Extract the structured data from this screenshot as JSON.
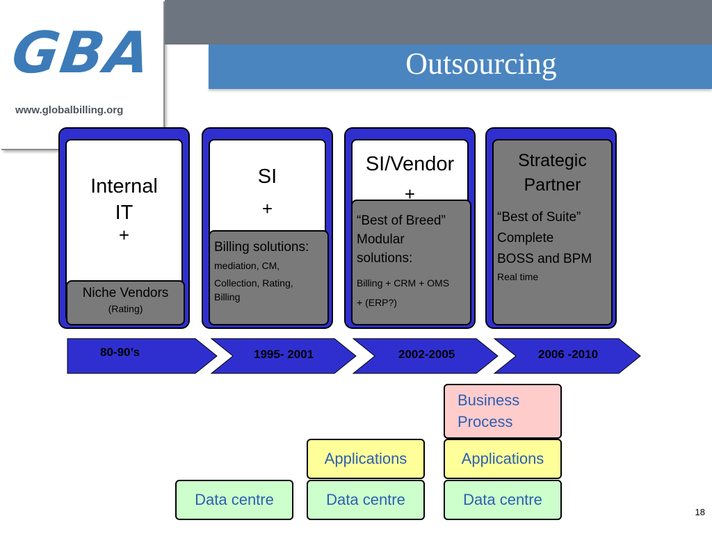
{
  "header": {
    "logo_text": "GBA",
    "logo_url": "www.globalbilling.org",
    "title": "Outsourcing"
  },
  "stages": [
    {
      "top_line1": "Internal",
      "top_line2": "IT",
      "plus": "+",
      "bottom_line1": "Niche Vendors",
      "bottom_line2": "(Rating)"
    },
    {
      "top_line1": "SI",
      "plus": "+",
      "bottom_line1": "Billing solutions:",
      "bottom_line2": "mediation, CM,",
      "bottom_line3": "Collection, Rating,",
      "bottom_line4": "Billing"
    },
    {
      "top_line1": "SI/Vendor",
      "plus": "+",
      "bottom_line1": "“Best of Breed”",
      "bottom_line2": "Modular",
      "bottom_line3": "solutions:",
      "bottom_line4": "Billing + CRM + OMS",
      "bottom_line5": "+ (ERP?)"
    },
    {
      "top_line1": "Strategic",
      "top_line2": "Partner",
      "bottom_line1": "“Best of Suite”",
      "bottom_line2": "Complete",
      "bottom_line3": "BOSS and BPM",
      "bottom_line4": "Real time"
    }
  ],
  "timeline": [
    "80-90’s",
    "1995- 2001",
    "2002-2005",
    "2006 -2010"
  ],
  "blocks": {
    "data_centre": "Data centre",
    "applications": "Applications",
    "business_process_line1": "Business",
    "business_process_line2": "Process"
  },
  "colors": {
    "stage_border": "#2f2fd0",
    "header_gray": "#6d7580",
    "header_blue": "#4a85c0",
    "data_centre": "#ccffcc",
    "applications": "#ffff99",
    "business_process": "#ffcccc"
  },
  "page_number": "18"
}
